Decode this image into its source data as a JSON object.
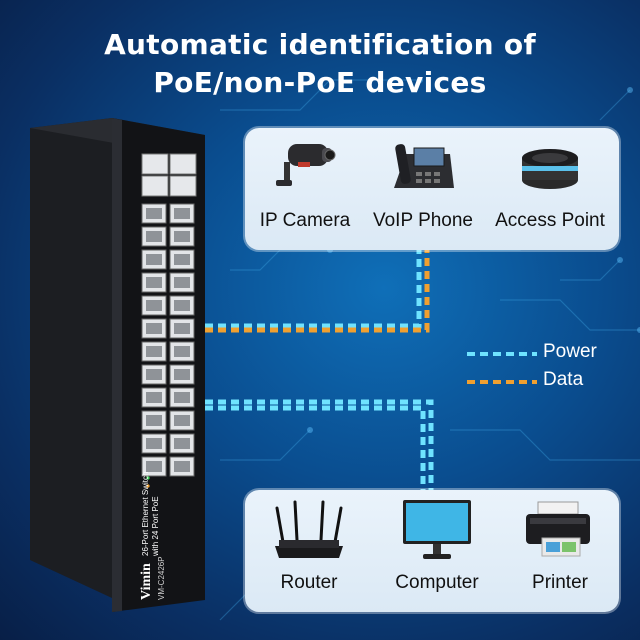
{
  "headline": {
    "line1": "Automatic identification of",
    "line2": "PoE/non-PoE devices"
  },
  "switch": {
    "brand": "Vimin",
    "model": "VM-C2426P",
    "desc_line1": "26-Port Ethernet Switch",
    "desc_line2": "with 24 Port PoE"
  },
  "top_devices": [
    {
      "label": "IP Camera",
      "icon": "ip-camera-icon"
    },
    {
      "label": "VoIP Phone",
      "icon": "voip-phone-icon"
    },
    {
      "label": "Access Point",
      "icon": "access-point-icon"
    }
  ],
  "bottom_devices": [
    {
      "label": "Router",
      "icon": "router-icon"
    },
    {
      "label": "Computer",
      "icon": "computer-icon"
    },
    {
      "label": "Printer",
      "icon": "printer-icon"
    }
  ],
  "legend": {
    "power": "Power",
    "data": "Data"
  },
  "colors": {
    "power": "#6fe3ff",
    "data": "#f0a030",
    "background": "#0a4d8f",
    "panel": "#e3eef8"
  }
}
